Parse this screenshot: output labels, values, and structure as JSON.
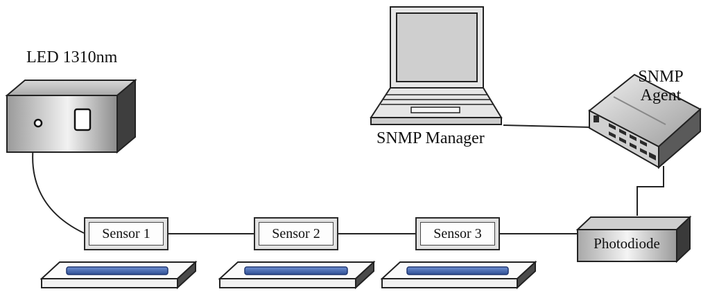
{
  "labels": {
    "led": "LED 1310nm",
    "manager": "SNMP Manager",
    "agent_line1": "SNMP",
    "agent_line2": "Agent",
    "sensor1": "Sensor 1",
    "sensor2": "Sensor 2",
    "sensor3": "Sensor 3",
    "photodiode": "Photodiode"
  },
  "colors": {
    "fiber_strip": "#3a5fa8",
    "outline": "#222222"
  }
}
